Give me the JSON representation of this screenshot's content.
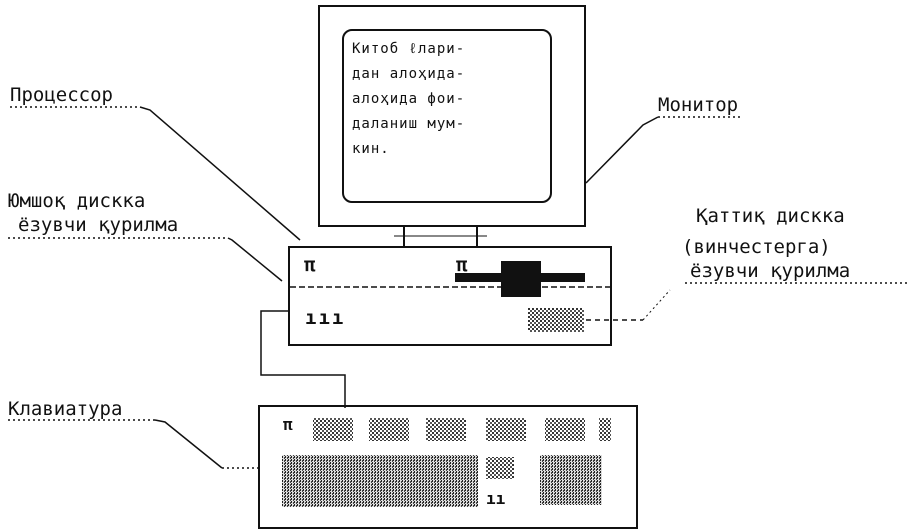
{
  "labels": {
    "processor": "Процессор",
    "monitor": "Монитор",
    "floppy": [
      "Юмшоқ дискка",
      "ёзувчи қурилма"
    ],
    "hard_disk": [
      "Қаттиқ дискка",
      "(винчестерга)",
      "ёзувчи қурилма"
    ],
    "keyboard": "Клавиатура"
  },
  "screen_text": [
    "Китоб ℓлари-",
    "дан алоҳида-",
    "алоҳида фои-",
    "даланиш мум-",
    "кин."
  ],
  "system_unit": {
    "mark_left": "π",
    "mark_right": "π",
    "slots": "ııı"
  },
  "keyboard": {
    "mark_left": "π",
    "mark_bottom": "ıı"
  }
}
